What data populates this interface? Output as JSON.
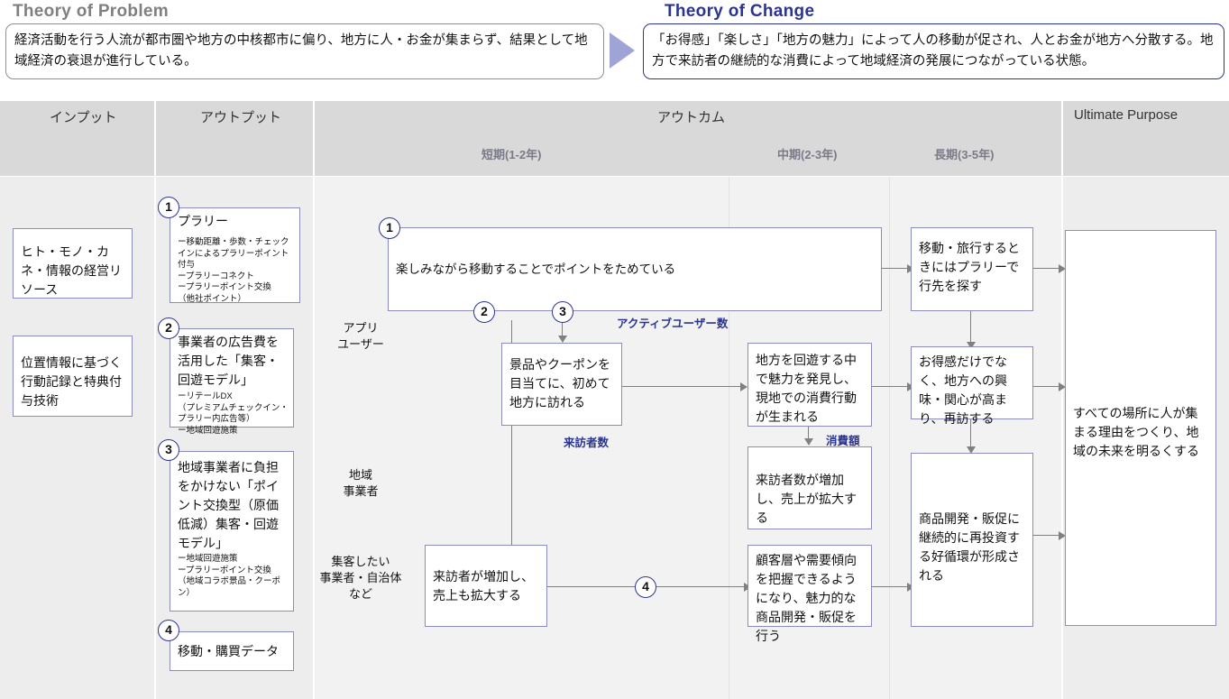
{
  "header": {
    "theory_of_problem_title": "Theory of Problem",
    "theory_of_problem_text": "経済活動を行う人流が都市圏や地方の中核都市に偏り、地方に人・お金が集まらず、結果として地域経済の衰退が進行している。",
    "theory_of_change_title": "Theory of Change",
    "theory_of_change_text": "「お得感」「楽しさ」「地方の魅力」によって人の移動が促され、人とお金が地方へ分散する。地方で来訪者の継続的な消費によって地域経済の発展につながっている状態。"
  },
  "columns": {
    "input": "インプット",
    "output": "アウトプット",
    "outcome": "アウトカム",
    "ultimate_purpose": "Ultimate  Purpose",
    "short_term": "短期(1-2年)",
    "mid_term": "中期(2-3年)",
    "long_term": "長期(3-5年)"
  },
  "inputs": [
    {
      "text": "ヒト・モノ・カネ・情報の経営リソース"
    },
    {
      "text": "位置情報に基づく行動記録と特典付与技術"
    }
  ],
  "outputs": [
    {
      "num": "1",
      "title": "プラリー",
      "detail": "ー移動距離・歩数・チェックインによるプラリーポイント付与\nープラリーコネクト\nープラリーポイント交換\n（他社ポイント）"
    },
    {
      "num": "2",
      "title": "事業者の広告費を活用した「集客・回遊モデル」",
      "detail": "ーリテールDX\n（プレミアムチェックイン・プラリー内広告等）\nー地域回遊施策"
    },
    {
      "num": "3",
      "title": "地域事業者に負担をかけない「ポイント交換型（原価低減）集客・回遊モデル」",
      "detail": "ー地域回遊施策\nープラリーポイント交換\n（地域コラボ景品・クーポン）"
    },
    {
      "num": "4",
      "title": "移動・購買データ",
      "detail": ""
    }
  ],
  "actors": [
    {
      "text": "アプリ\nユーザー"
    },
    {
      "text": "地域\n事業者"
    },
    {
      "text": "集客したい\n事業者・自治体\nなど"
    }
  ],
  "outcomes": {
    "app_user_short_wide": "楽しみながら移動することでポイントをためている",
    "app_user_short_coupon": "景品やクーポンを目当てに、初めて地方に訪れる",
    "app_user_mid_discovery": "地方を回遊する中で魅力を発見し、現地での消費行動が生まれる",
    "local_biz_mid_sales": "来訪者数が増加し、売上が拡大する",
    "biz_short_visitors": "来訪者が増加し、売上も拡大する",
    "biz_mid_insight": "顧客層や需要傾向を把握できるようになり、魅力的な商品開発・販促を行う",
    "app_user_long_search": "移動・旅行するときにはプラリーで行先を探す",
    "app_user_long_revisit": "お得感だけでなく、地方への興味・関心が高まり、再訪する",
    "biz_long_reinvest": "商品開発・販促に継続的に再投資する好循環が形成される"
  },
  "kpis": {
    "active_users": "アクティブユーザー数",
    "visitors": "来訪者数",
    "spend": "消費額"
  },
  "circled_numbers": {
    "c1": "1",
    "c2": "2",
    "c3": "3",
    "c4": "4"
  },
  "ultimate_purpose_text": "すべての場所に人が集まる理由をつくり、地域の未来を明るくする",
  "colors": {
    "accent_navy": "#2b3590",
    "box_border": "#8b8bc0",
    "header_band": "#d9d9d9",
    "column_bg": "#ededed",
    "outcome_bg": "#f2f2f2",
    "connector_gray": "#808080",
    "problem_title_gray": "#7f7f7f"
  }
}
